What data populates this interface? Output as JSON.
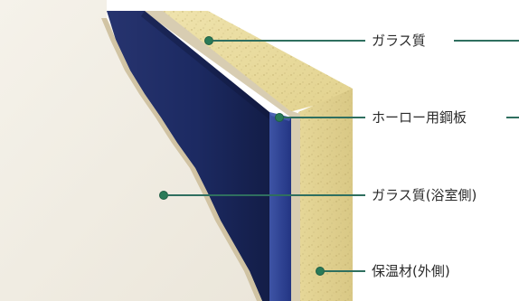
{
  "labels": {
    "glass_outer": "ガラス質",
    "steel_plate": "ホーロー用鋼板",
    "glass_inner": "ガラス質(浴室側)",
    "insulation": "保温材(外側)"
  },
  "colors": {
    "leader_line": "#2f6f5f",
    "dot": "#2a7a58",
    "enamel_blue": "#1f2f6b",
    "insulation_tan": "#e6d89c",
    "glass_surface": "#e8e1d3"
  }
}
